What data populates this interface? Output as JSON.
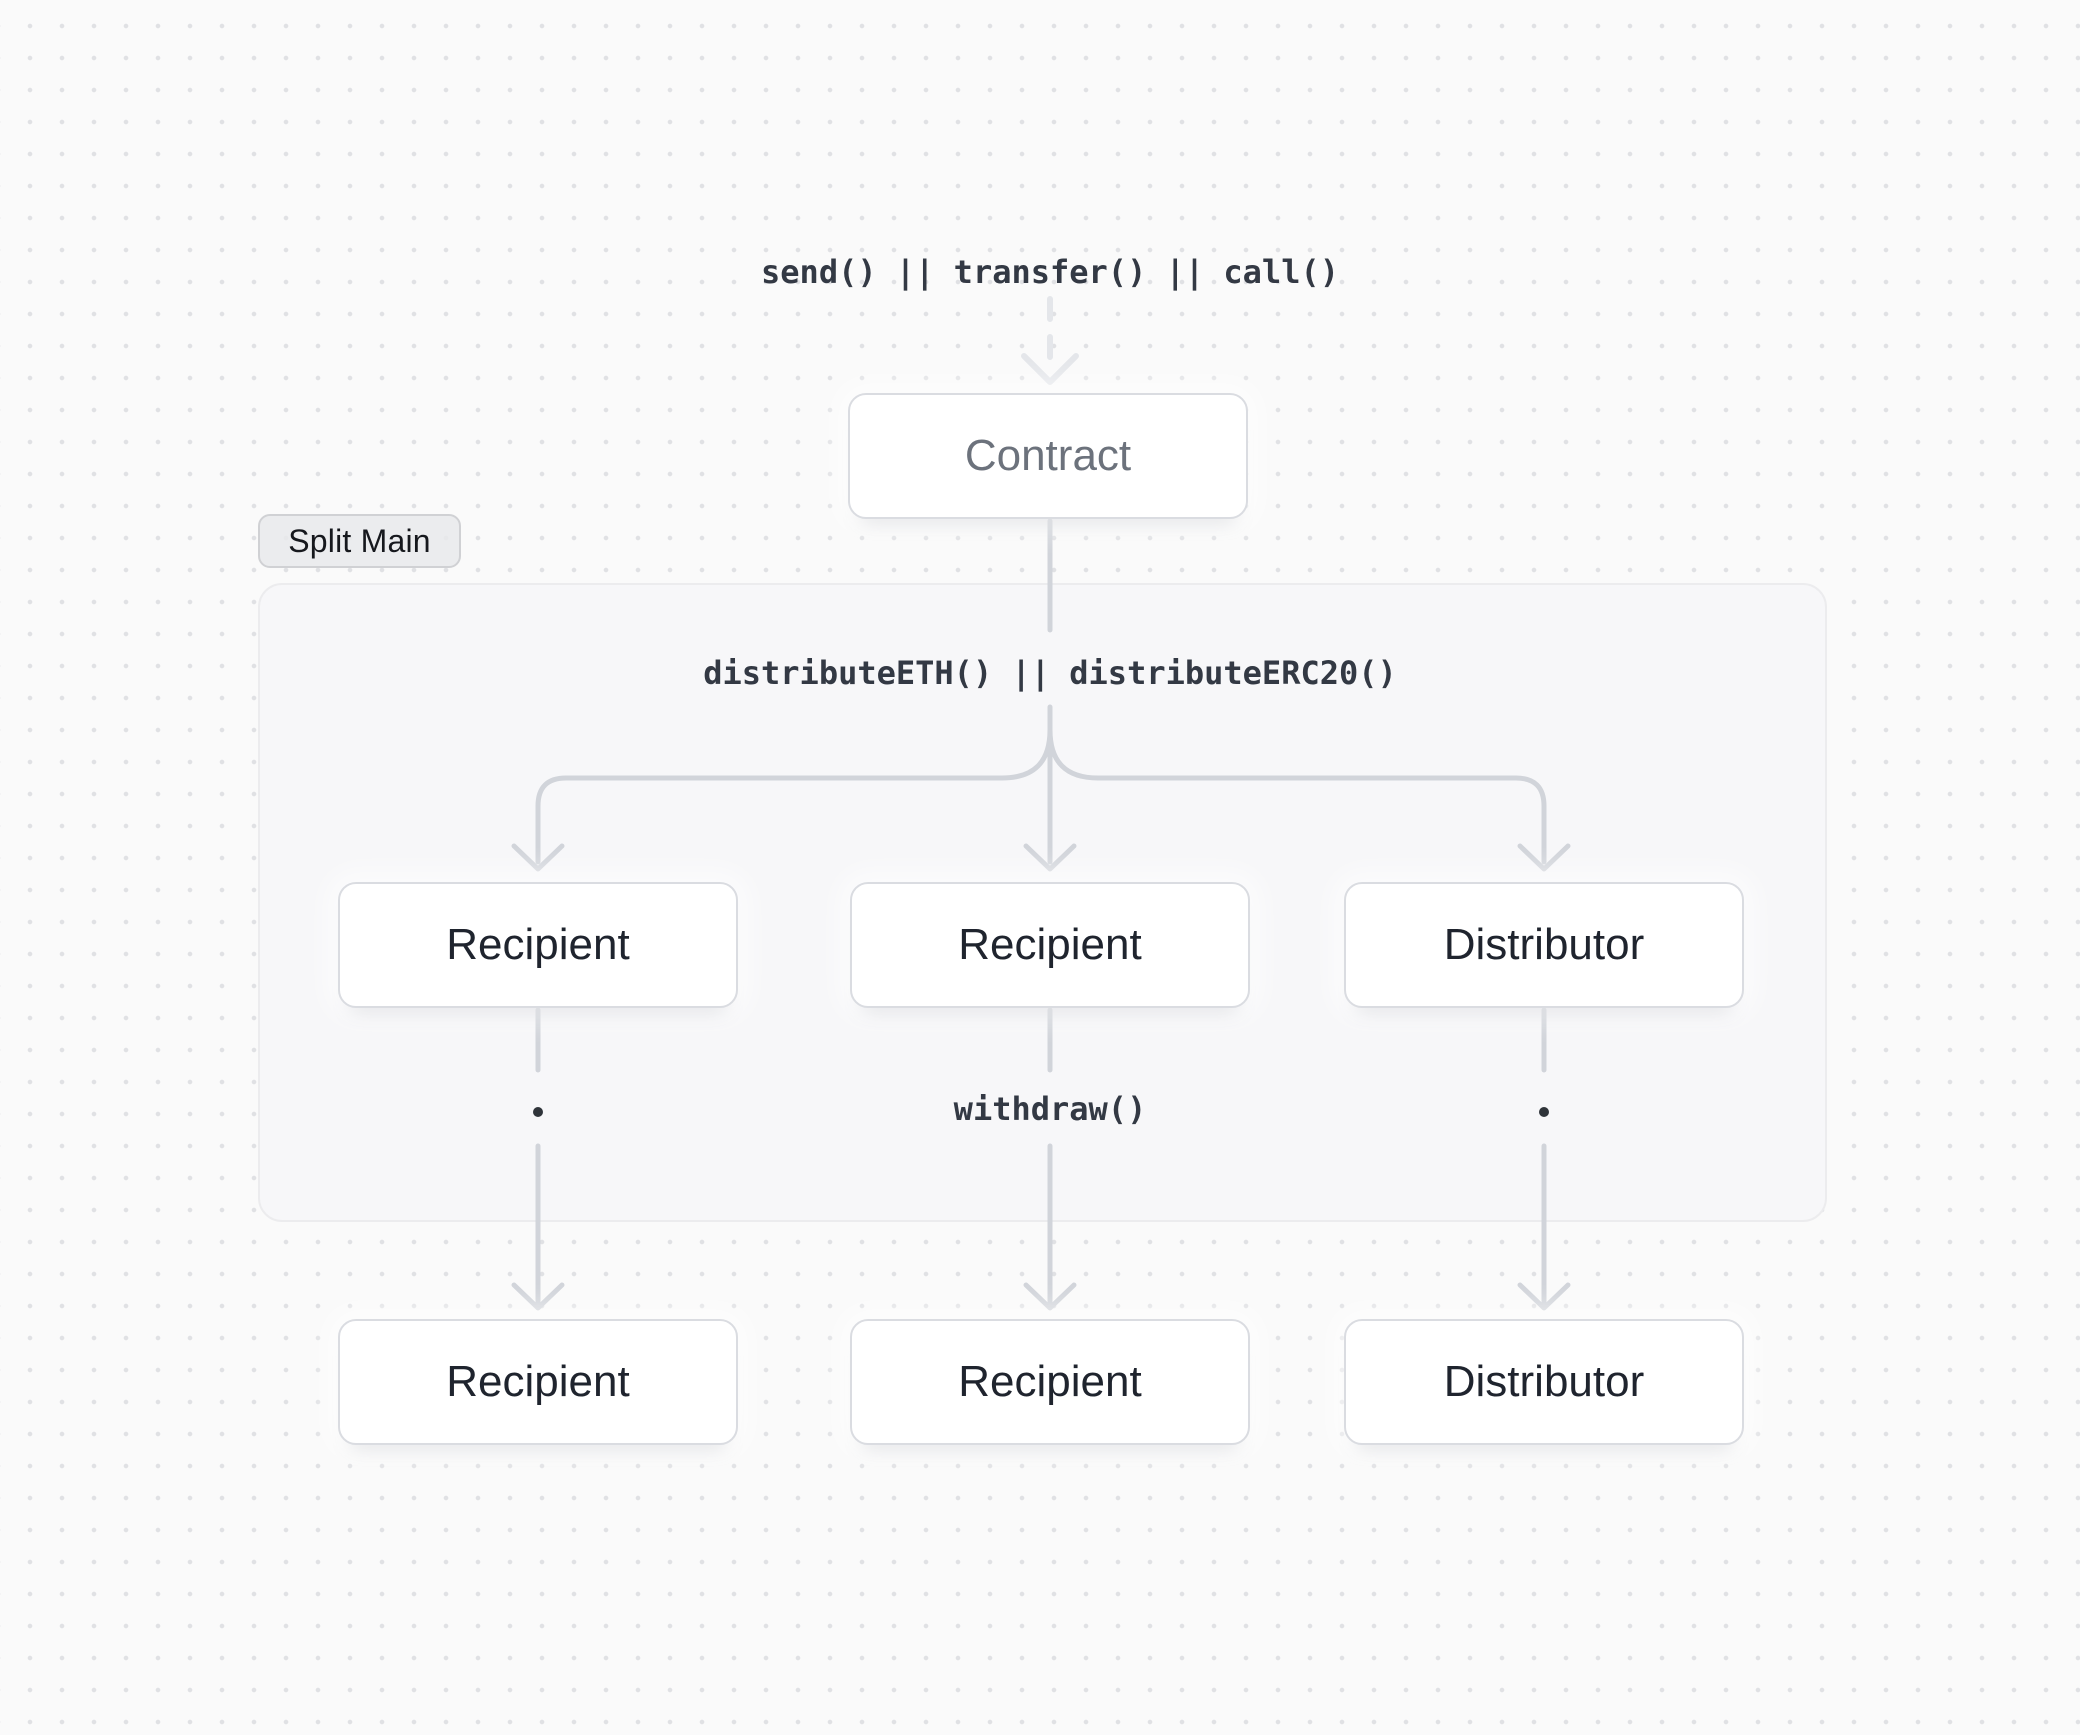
{
  "colors": {
    "page-bg": "#fafafa",
    "grid-dot": "#e0e1e4",
    "edge": "#d1d4da",
    "edge-light": "#e4e6ea",
    "panel-bg": "#f7f7f9",
    "panel-border": "#ececee",
    "node-bg": "#ffffff",
    "node-border": "#dadce1",
    "node-text": "#1f242e",
    "node-text-muted": "#6c727c",
    "code-text": "#333944",
    "badge-border": "#d0d1d4",
    "badge-text": "#16181d",
    "ellipsis-dot": "#2f343a"
  },
  "diagram": {
    "entry_code": "send() || transfer() || call()",
    "contract_label": "Contract",
    "group_label": "Split Main",
    "distribute_code": "distributeETH() || distributeERC20()",
    "withdraw_code": "withdraw()",
    "split_nodes": [
      {
        "label": "Recipient"
      },
      {
        "label": "Recipient"
      },
      {
        "label": "Distributor"
      }
    ],
    "final_nodes": [
      {
        "label": "Recipient"
      },
      {
        "label": "Recipient"
      },
      {
        "label": "Distributor"
      }
    ]
  }
}
